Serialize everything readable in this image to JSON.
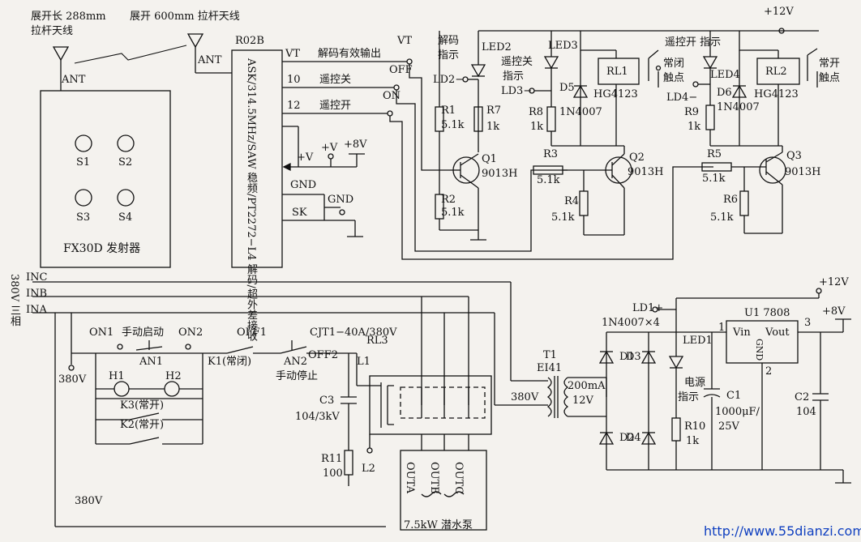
{
  "antennas": {
    "a1_line1": "展开长 288mm",
    "a1_line2": "拉杆天线",
    "a2": "展开 600mm 拉杆天线"
  },
  "transmitter": {
    "ant": "ANT",
    "buttons": [
      "S1",
      "S2",
      "S3",
      "S4"
    ],
    "name": "FX30D 发射器"
  },
  "receiver": {
    "model": "R02B",
    "ant": "ANT",
    "vertical_text": "ASK/314.5MHz/SAW 稳频/PT2272−L4 解码/超外差接收",
    "pins": {
      "vt": "VT",
      "p10": "10",
      "p12": "12",
      "v": "+V",
      "gnd": "GND",
      "sk": "SK"
    },
    "sig_vt": "解码有效输出",
    "sig_10": "遥控关",
    "sig_12": "遥控开",
    "term_vt": "VT",
    "term_off": "OFF",
    "term_on": "ON",
    "v8a": "+V",
    "v8b": "+8V",
    "gnd": "GND"
  },
  "control": {
    "ld2_text_1": "解码",
    "ld2_text_2": "指示",
    "led2": "LED2",
    "ld2": "LD2−",
    "led3": "LED3",
    "ld3_text_1": "遥控关",
    "ld3_text_2": "指示",
    "ld3": "LD3−",
    "d5": "D5",
    "d5_part": "1N4007",
    "rl1": "RL1",
    "rl1_part": "HG4123",
    "rl1_c1": "常闭",
    "rl1_c2": "触点",
    "ld4_text": "遥控开 指示",
    "led4": "LED4",
    "ld4": "LD4−",
    "d6": "D6",
    "d6_part": "1N4007",
    "rl2": "RL2",
    "rl2_part": "HG4123",
    "rl2_c1": "常开",
    "rl2_c2": "触点",
    "v12": "+12V",
    "r1": "R1",
    "r1_v": "5.1k",
    "r7": "R7",
    "r7_v": "1k",
    "r8": "R8",
    "r8_v": "1k",
    "r9": "R9",
    "r9_v": "1k",
    "q1": "Q1",
    "q1_part": "9013H",
    "q2": "Q2",
    "q2_part": "9013H",
    "q3": "Q3",
    "q3_part": "9013H",
    "r2": "R2",
    "r2_v": "5.1k",
    "r3": "R3",
    "r3_v": "5.1k",
    "r4": "R4",
    "r4_v": "5.1k",
    "r5": "R5",
    "r5_v": "5.1k",
    "r6": "R6",
    "r6_v": "5.1k"
  },
  "power_main": {
    "phase_label": "380V 三相",
    "inc": "INC",
    "inb": "INB",
    "ina": "INA",
    "on1": "ON1",
    "on2": "ON2",
    "start": "手动启动",
    "an1": "AN1",
    "off1": "OFF1",
    "k1": "K1(常闭)",
    "an2": "AN2",
    "stop": "手动停止",
    "off2": "OFF2",
    "cjt": "CJT1−40A/380V",
    "rl3": "RL3",
    "v380a": "380V",
    "h1": "H1",
    "h2": "H2",
    "k3": "K3(常开)",
    "k2": "K2(常开)",
    "l1": "L1",
    "l2": "L2",
    "c3": "C3",
    "c3_v": "104/3kV",
    "r11": "R11",
    "r11_v": "100",
    "v380b": "380V",
    "outa": "OUTA",
    "outb": "OUTB",
    "outc": "OUTC",
    "pump": "7.5kW 潜水泵"
  },
  "psu": {
    "t1": "T1",
    "t1_part": "EI41",
    "t1_in": "380V",
    "t1_out1": "200mA",
    "t1_out2": "12V",
    "ld1": "LD1+",
    "bridge": "1N4007×4",
    "d1": "D1",
    "d2": "D2",
    "d3": "D3",
    "d4": "D4",
    "led1": "LED1",
    "psu_ind_1": "电源",
    "psu_ind_2": "指示",
    "c1": "C1",
    "c1_v1": "1000μF/",
    "c1_v2": "25V",
    "r10": "R10",
    "r10_v": "1k",
    "u1": "U1 7808",
    "vin": "Vin",
    "vout": "Vout",
    "gnd": "GND",
    "pin1": "1",
    "pin2": "2",
    "pin3": "3",
    "v12": "+12V",
    "v8": "+8V",
    "c2": "C2",
    "c2_v": "104"
  },
  "watermark": "http://www.55dianzi.com"
}
